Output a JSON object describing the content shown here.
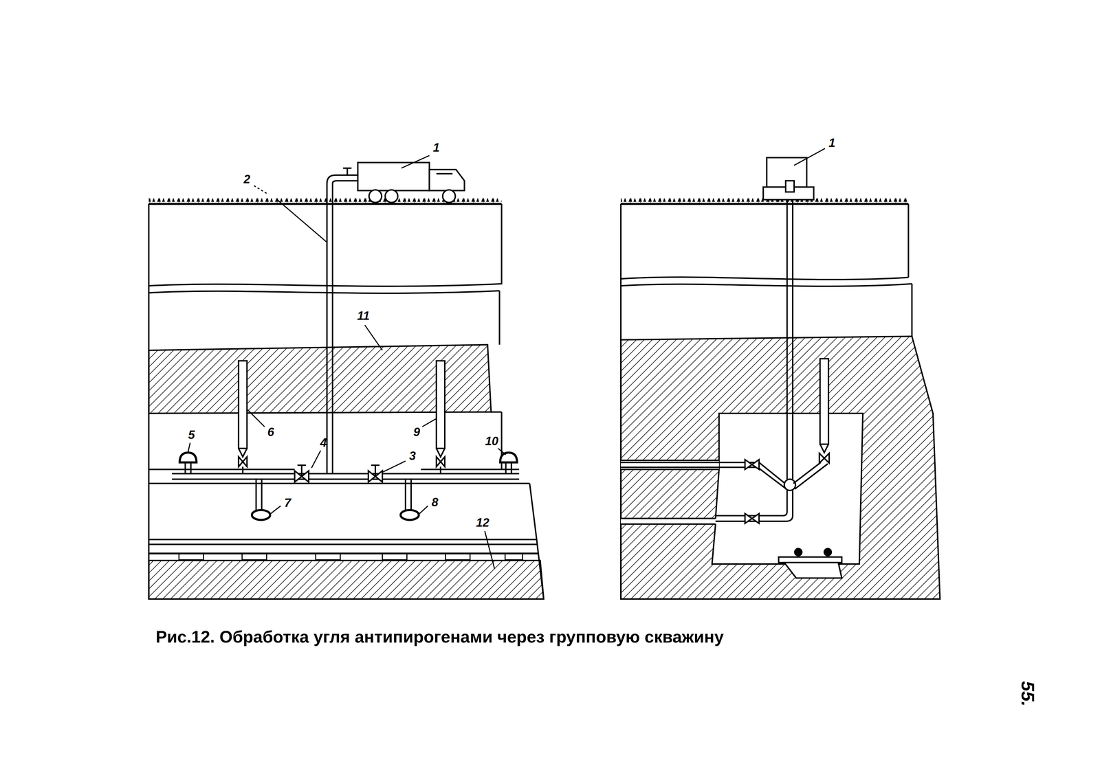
{
  "diagram": {
    "caption": "Рис.12. Обработка угля антипирогенами через групповую скважину",
    "labels": [
      "1",
      "2",
      "11",
      "6",
      "9",
      "4",
      "3",
      "5",
      "10",
      "7",
      "8",
      "12",
      "1",
      "55."
    ]
  }
}
